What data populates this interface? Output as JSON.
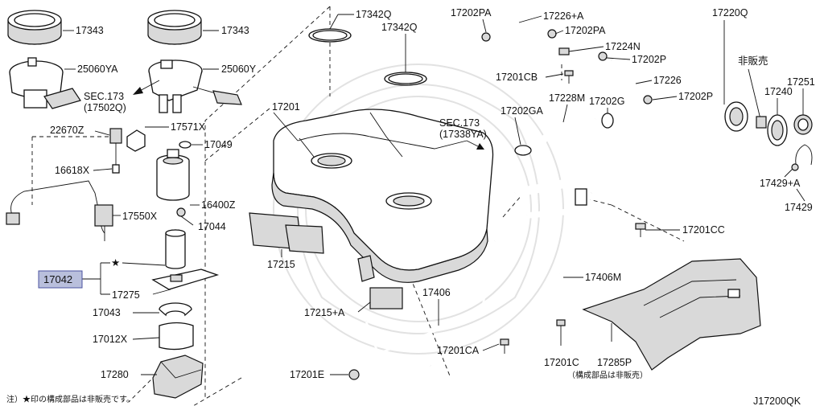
{
  "diagram_id": "J17200QK",
  "footnote": "注）★印の構成部品は非販売です。",
  "highlight_color": "#b9bfdc",
  "callouts": {
    "p17343_left": "17343",
    "p17343_right": "17343",
    "p25060ya": "25060YA",
    "p25060y": "25060Y",
    "sec_173_a_1": "SEC.173",
    "sec_173_a_2": "(17502Q)",
    "p22670z": "22670Z",
    "p17571x": "17571X",
    "p17049": "17049",
    "p16618x": "16618X",
    "p16400z": "16400Z",
    "p17550x": "17550X",
    "p17044": "17044",
    "p17042": "17042",
    "p17275": "17275",
    "p17043": "17043",
    "p17012x": "17012X",
    "p17280": "17280",
    "p17342q_a": "17342Q",
    "p17342q_b": "17342Q",
    "p17201": "17201",
    "sec_173_b_1": "SEC.173",
    "sec_173_b_2": "(17338YA)",
    "p17202pa_a": "17202PA",
    "p17226a": "17226+A",
    "p17202pa_b": "17202PA",
    "p17224n": "17224N",
    "p17202p_a": "17202P",
    "p17201cb": "17201CB",
    "p17226": "17226",
    "p17202p_b": "17202P",
    "p17202ga": "17202GA",
    "p17228m": "17228M",
    "p17202g": "17202G",
    "p17220q": "17220Q",
    "not_for_sale": "非販売",
    "p17240": "17240",
    "p17251": "17251",
    "p17429a": "17429+A",
    "p17429": "17429",
    "p17201cc": "17201CC",
    "p17215": "17215",
    "p17215a": "17215+A",
    "p17406": "17406",
    "p17406m": "17406M",
    "p17201ca": "17201CA",
    "p17201c": "17201C",
    "p17201e": "17201E",
    "p17285p": "17285P",
    "p17285p_note": "（構成部品は非販売）",
    "star": "★"
  }
}
